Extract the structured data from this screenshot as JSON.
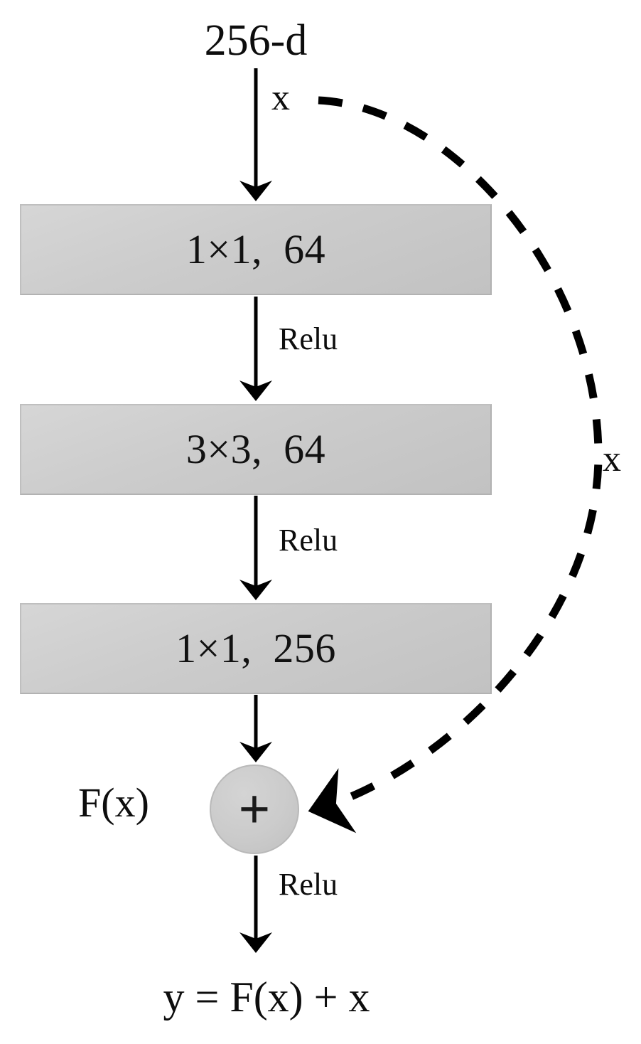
{
  "diagram": {
    "title": "residual-bottleneck-block",
    "background_color": "#ffffff",
    "block_fill_color": "#c8c8c8",
    "stroke_color": "#000000",
    "input_dim_label": "256-d",
    "identity_top_label": "x",
    "identity_side_label": "x",
    "residual_fn_label": "F(x)",
    "output_equation": "y = F(x) + x",
    "sum_node": {
      "name": "addition-node",
      "glyph": "+",
      "fill_color": "#cbcbcb"
    },
    "conv_blocks": [
      {
        "label": "1×1,  64"
      },
      {
        "label": "3×3,  64"
      },
      {
        "label": "1×1,  256"
      }
    ],
    "activations": [
      {
        "label": "Relu"
      },
      {
        "label": "Relu"
      },
      {
        "label": "Relu"
      }
    ],
    "connections": [
      {
        "name": "input-to-conv1",
        "style": "solid",
        "arrow": true
      },
      {
        "name": "conv1-to-conv2",
        "style": "solid",
        "arrow": true
      },
      {
        "name": "conv2-to-conv3",
        "style": "solid",
        "arrow": true
      },
      {
        "name": "conv3-to-sum",
        "style": "solid",
        "arrow": true
      },
      {
        "name": "sum-to-output",
        "style": "solid",
        "arrow": true
      },
      {
        "name": "identity-shortcut",
        "style": "dashed",
        "arrow": true
      }
    ]
  }
}
